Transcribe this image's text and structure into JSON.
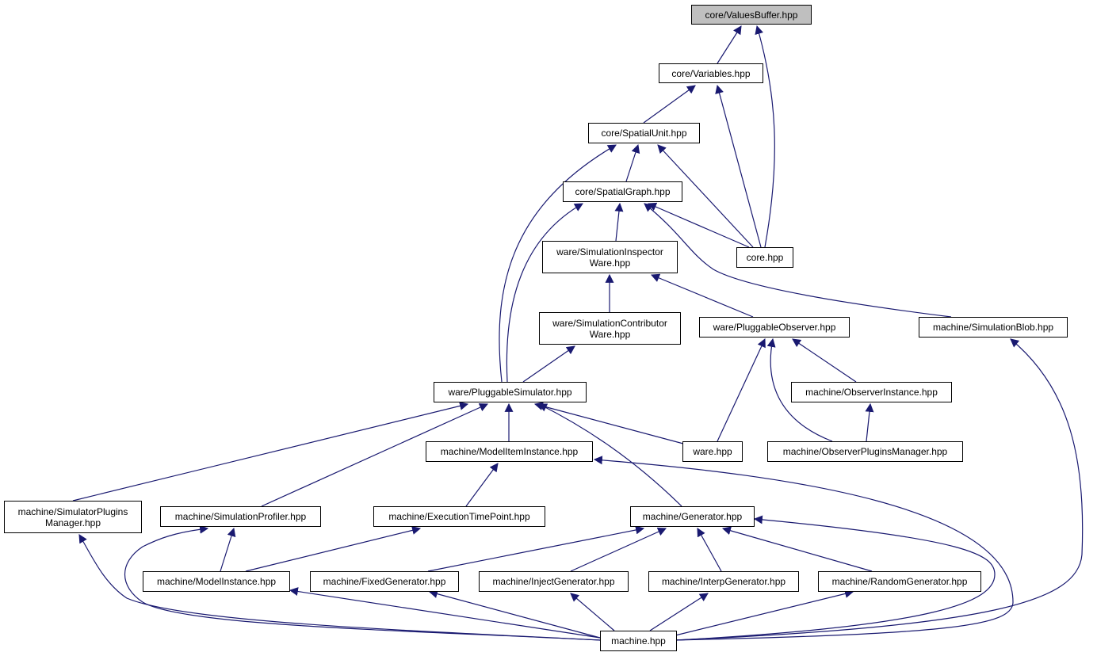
{
  "graph": {
    "edge_color": "#191970",
    "root_fill": "#bfbfbf",
    "nodes": {
      "values_buffer": "core/ValuesBuffer.hpp",
      "variables": "core/Variables.hpp",
      "spatial_unit": "core/SpatialUnit.hpp",
      "spatial_graph": "core/SpatialGraph.hpp",
      "core": "core.hpp",
      "sim_inspector_ware": "ware/SimulationInspector\nWare.hpp",
      "sim_contributor_ware": "ware/SimulationContributor\nWare.hpp",
      "pluggable_observer": "ware/PluggableObserver.hpp",
      "simulation_blob": "machine/SimulationBlob.hpp",
      "observer_instance": "machine/ObserverInstance.hpp",
      "pluggable_simulator": "ware/PluggableSimulator.hpp",
      "model_item_instance": "machine/ModelItemInstance.hpp",
      "ware": "ware.hpp",
      "observer_plugins_manager": "machine/ObserverPluginsManager.hpp",
      "simulator_plugins_manager": "machine/SimulatorPlugins\nManager.hpp",
      "simulation_profiler": "machine/SimulationProfiler.hpp",
      "execution_time_point": "machine/ExecutionTimePoint.hpp",
      "generator": "machine/Generator.hpp",
      "model_instance": "machine/ModelInstance.hpp",
      "fixed_generator": "machine/FixedGenerator.hpp",
      "inject_generator": "machine/InjectGenerator.hpp",
      "interp_generator": "machine/InterpGenerator.hpp",
      "random_generator": "machine/RandomGenerator.hpp",
      "machine": "machine.hpp"
    }
  }
}
